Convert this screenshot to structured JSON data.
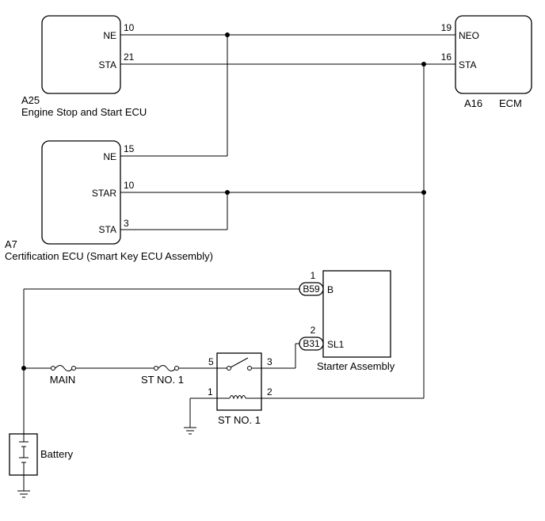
{
  "ecu_a25": {
    "code": "A25",
    "name": "Engine Stop and Start ECU",
    "pins": [
      {
        "label": "NE",
        "num": "10"
      },
      {
        "label": "STA",
        "num": "21"
      }
    ]
  },
  "ecm_a16": {
    "code": "A16",
    "name": "ECM",
    "pins": [
      {
        "label": "NEO",
        "num": "19"
      },
      {
        "label": "STA",
        "num": "16"
      }
    ]
  },
  "ecu_a7": {
    "code": "A7",
    "name": "Certification ECU (Smart Key ECU Assembly)",
    "pins": [
      {
        "label": "NE",
        "num": "15"
      },
      {
        "label": "STAR",
        "num": "10"
      },
      {
        "label": "STA",
        "num": "3"
      }
    ]
  },
  "starter": {
    "name": "Starter Assembly",
    "pins": [
      {
        "label": "B",
        "num": "1",
        "connector": "B59"
      },
      {
        "label": "SL1",
        "num": "2",
        "connector": "B31"
      }
    ]
  },
  "fuses": [
    {
      "label": "MAIN"
    },
    {
      "label": "ST NO. 1"
    }
  ],
  "relay": {
    "name": "ST NO. 1",
    "pins": [
      "5",
      "3",
      "1",
      "2"
    ]
  },
  "battery": {
    "label": "Battery"
  }
}
